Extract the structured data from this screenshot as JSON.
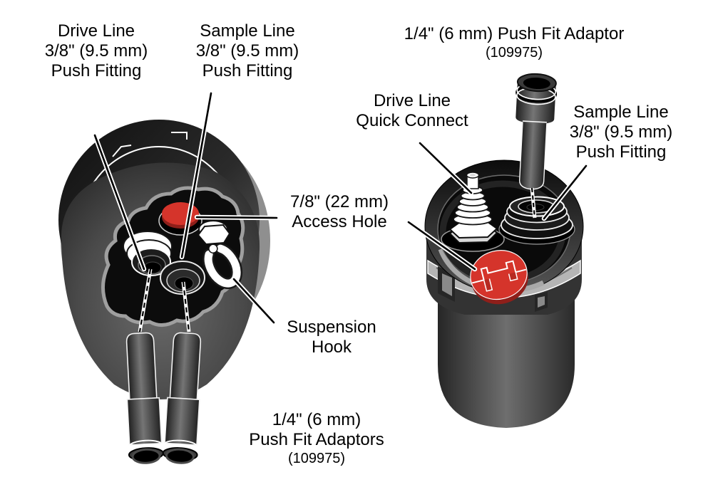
{
  "diagram": {
    "background": "#ffffff",
    "colors": {
      "accent_red": "#d5342b",
      "dark_red": "#8f1f1a",
      "text": "#000000"
    },
    "left_view": {
      "labels": {
        "drive_fitting": {
          "lines": [
            "Drive Line",
            "3/8\" (9.5 mm)",
            "Push Fitting"
          ]
        },
        "sample_fitting": {
          "lines": [
            "Sample Line",
            "3/8\" (9.5 mm)",
            "Push Fitting"
          ]
        },
        "suspension_hook": {
          "lines": [
            "Suspension",
            "Hook"
          ]
        },
        "push_fit_adaptors": {
          "lines": [
            "1/4\" (6 mm)",
            "Push Fit Adaptors",
            "(109975)"
          ]
        }
      }
    },
    "right_view": {
      "labels": {
        "push_fit_adaptor": {
          "lines": [
            "1/4\" (6 mm) Push Fit Adaptor",
            "(109975)"
          ]
        },
        "drive_quick_connect": {
          "lines": [
            "Drive Line",
            "Quick Connect"
          ]
        },
        "sample_fitting": {
          "lines": [
            "Sample Line",
            "3/8\" (9.5 mm)",
            "Push Fitting"
          ]
        }
      }
    },
    "shared_labels": {
      "access_hole": {
        "lines": [
          "7/8\" (22 mm)",
          "Access Hole"
        ]
      }
    }
  }
}
